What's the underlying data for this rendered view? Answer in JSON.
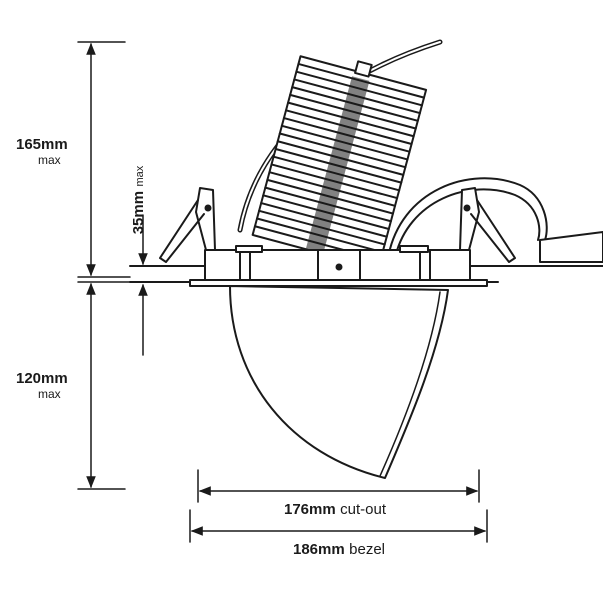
{
  "dimensions": {
    "overall_height": {
      "value": "165mm",
      "note": "max"
    },
    "recess_depth": {
      "value": "35mm",
      "note": "max"
    },
    "protrusion": {
      "value": "120mm",
      "note": "max"
    },
    "cut_out": {
      "value": "176mm",
      "note": "cut-out"
    },
    "bezel": {
      "value": "186mm",
      "note": "bezel"
    }
  },
  "colors": {
    "line": "#1a1a1a",
    "background": "#ffffff"
  }
}
